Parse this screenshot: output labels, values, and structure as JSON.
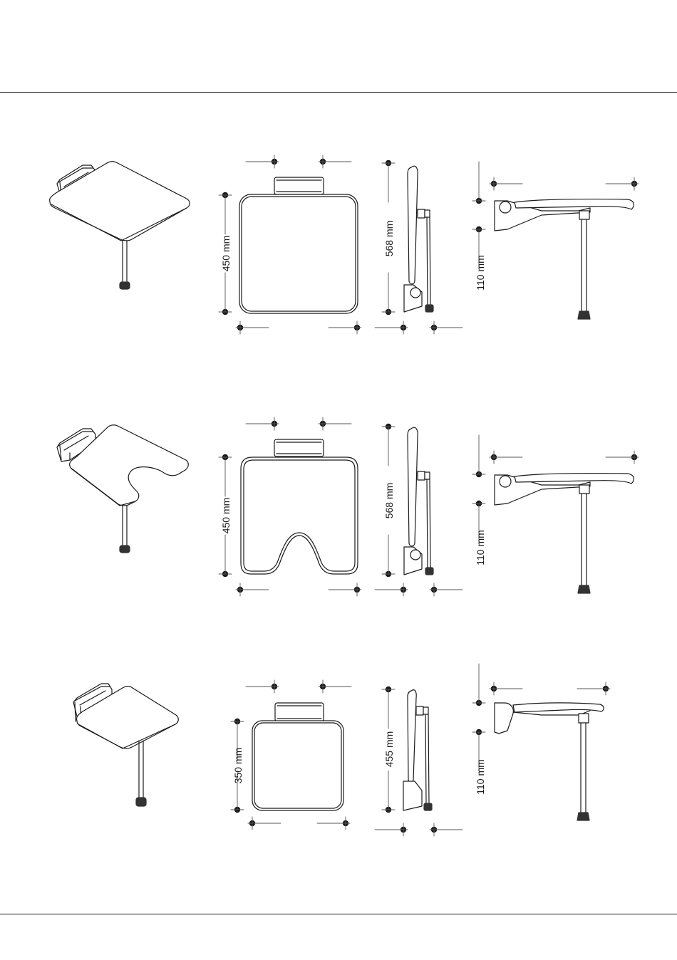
{
  "rows": [
    {
      "model": "standard",
      "seat_depth_label": "450 mm",
      "height_label": "568 mm",
      "bracket_label": "110 mm"
    },
    {
      "model": "cutout",
      "seat_depth_label": "450 mm",
      "height_label": "568 mm",
      "bracket_label": "110 mm"
    },
    {
      "model": "compact",
      "seat_depth_label": "350 mm",
      "height_label": "455 mm",
      "bracket_label": "110 mm"
    }
  ],
  "colors": {
    "line": "#1a1a1a",
    "dim": "#555555",
    "fill": "#ffffff"
  }
}
